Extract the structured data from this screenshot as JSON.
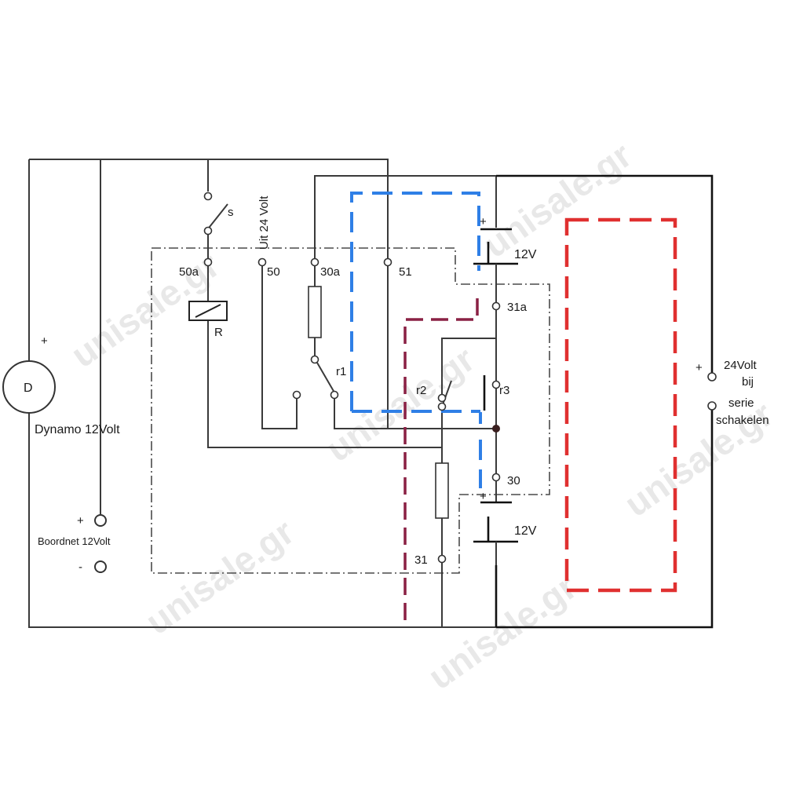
{
  "labels": {
    "D": "D",
    "dynamo": "Dynamo 12Volt",
    "dynamo_plus": "+",
    "boordnet_plus": "+",
    "boordnet": "Boordnet 12Volt",
    "boordnet_minus": "-",
    "s": "s",
    "uit24": "Uit 24 Volt",
    "t50a": "50a",
    "t50": "50",
    "t30a": "30a",
    "t51": "51",
    "R": "R",
    "r1": "r1",
    "r2": "r2",
    "r3": "r3",
    "bat1_plus": "+",
    "bat1": "12V",
    "t31a": "31a",
    "t30": "30",
    "bat2_plus": "+",
    "bat2": "12V",
    "t31": "31",
    "out_plus": "+",
    "out1": "24Volt",
    "out2": "bij",
    "out3": "serie",
    "out4": "schakelen"
  },
  "watermark": "unisale.gr"
}
